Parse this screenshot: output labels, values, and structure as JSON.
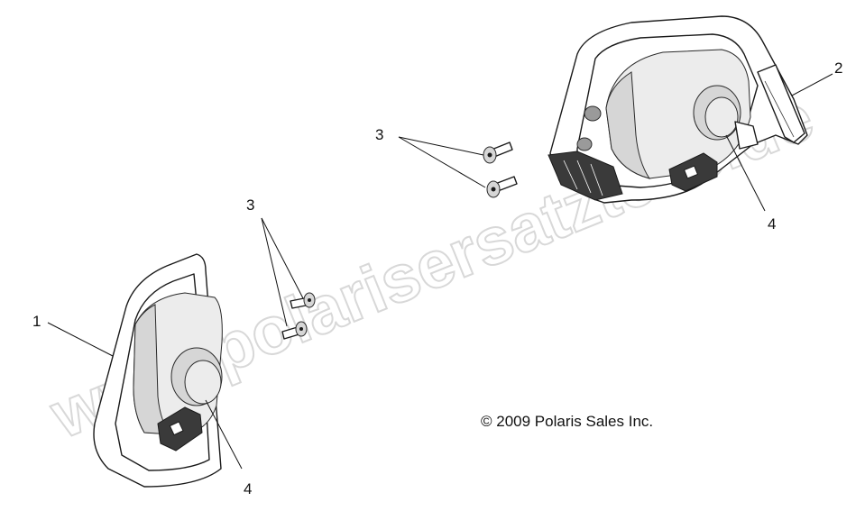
{
  "watermark": "www.polarisersatzteile.de",
  "copyright": "© 2009 Polaris Sales Inc.",
  "callouts": {
    "left_lamp": "1",
    "right_lamp": "2",
    "screws_right": "3",
    "screws_left": "3",
    "bulb_right": "4",
    "bulb_left": "4"
  },
  "colors": {
    "line": "#1a1a1a",
    "watermark_outline": "#d2d2d2"
  }
}
